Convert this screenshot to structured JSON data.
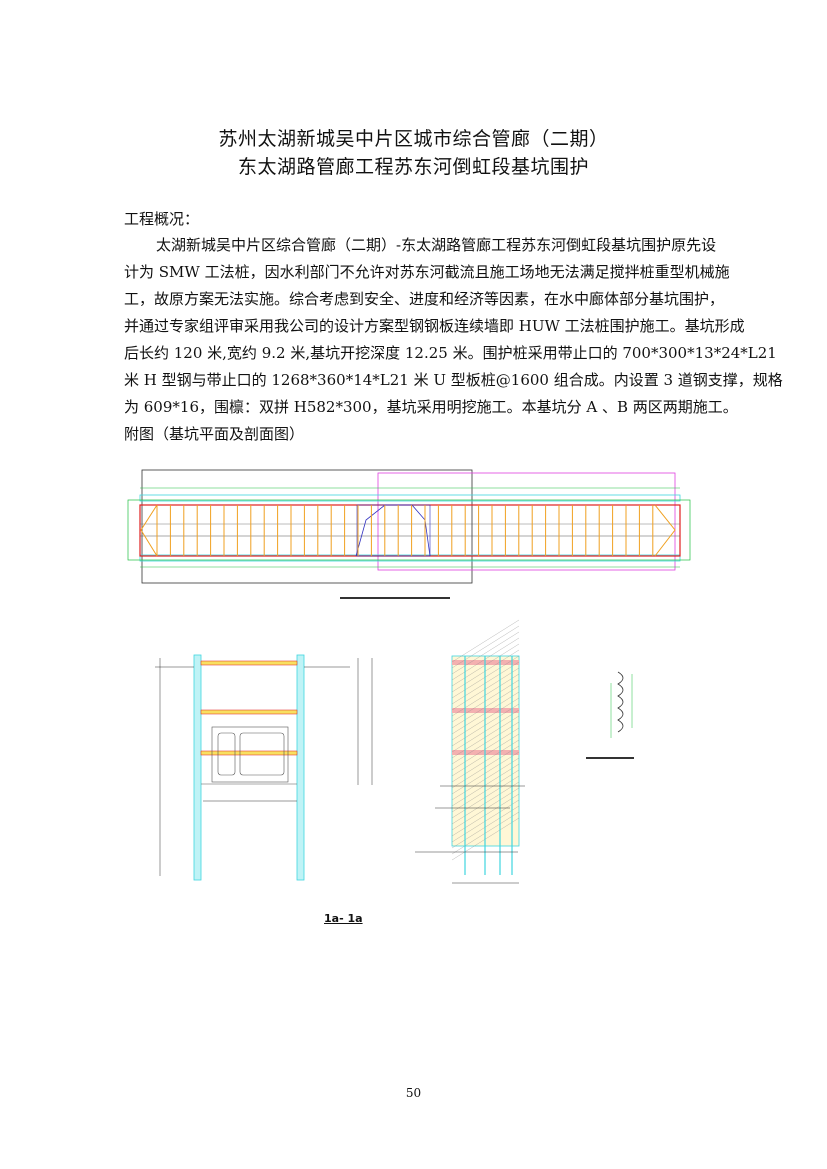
{
  "title": {
    "line1": "苏州太湖新城吴中片区城市综合管廊（二期）",
    "line2": "东太湖路管廊工程苏东河倒虹段基坑围护"
  },
  "overview_heading": "工程概况：",
  "paragraph_lines": [
    "太湖新城吴中片区综合管廊（二期）-东太湖路管廊工程苏东河倒虹段基坑围护原先设",
    "计为 SMW 工法桩，因水利部门不允许对苏东河截流且施工场地无法满足搅拌桩重型机械施",
    "工，故原方案无法实施。综合考虑到安全、进度和经济等因素，在水中廊体部分基坑围护，",
    "并通过专家组评审采用我公司的设计方案型钢钢板连续墙即 HUW 工法桩围护施工。基坑形成",
    "后长约 120 米,宽约 9.2 米,基坑开挖深度 12.25 米。围护桩采用带止口的 700*300*13*24*L21",
    "米 H 型钢与带止口的 1268*360*14*L21 米 U 型板桩@1600 组合成。内设置 3 道钢支撑，规格",
    "为 609*16，围檩：双拼 H582*300，基坑采用明挖施工。本基坑分 A 、B 两区两期施工。",
    "附图（基坑平面及剖面图）"
  ],
  "figure": {
    "section_label": "1a- 1a"
  },
  "colors": {
    "cyan": "#3fd6e0",
    "orange": "#f0a020",
    "red": "#e02020",
    "green": "#20c040",
    "magenta": "#e040e0",
    "blue": "#3030c0"
  },
  "page_number": "50"
}
